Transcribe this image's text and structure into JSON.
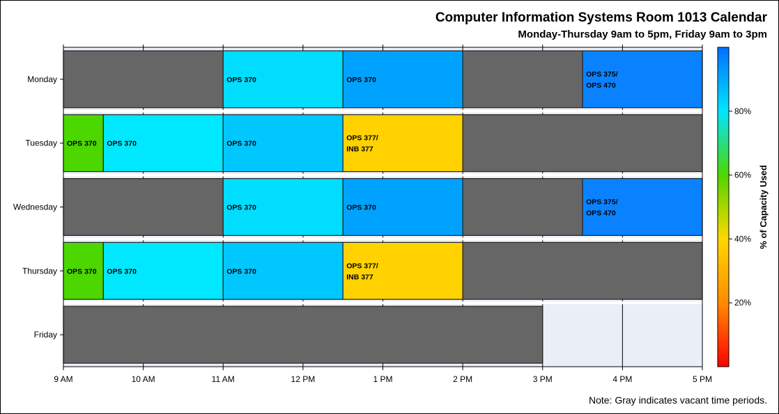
{
  "chart_data": {
    "type": "bar",
    "title": "Computer Information Systems Room 1013 Calendar",
    "subtitle": "Monday-Thursday 9am to 5pm, Friday 9am to 3pm",
    "note": "Note: Gray indicates vacant time periods.",
    "days": [
      "Monday",
      "Tuesday",
      "Wednesday",
      "Thursday",
      "Friday"
    ],
    "x_ticks": [
      {
        "hour": 9,
        "label": "9 AM"
      },
      {
        "hour": 10,
        "label": "10 AM"
      },
      {
        "hour": 11,
        "label": "11 AM"
      },
      {
        "hour": 12,
        "label": "12 PM"
      },
      {
        "hour": 13,
        "label": "1 PM"
      },
      {
        "hour": 14,
        "label": "2 PM"
      },
      {
        "hour": 15,
        "label": "3 PM"
      },
      {
        "hour": 16,
        "label": "4 PM"
      },
      {
        "hour": 17,
        "label": "5 PM"
      }
    ],
    "xlim": [
      9,
      17
    ],
    "colorbar": {
      "label": "% of Capacity Used",
      "range": [
        0,
        100
      ],
      "ticks": [
        {
          "value": 20,
          "label": "20%"
        },
        {
          "value": 40,
          "label": "40%"
        },
        {
          "value": 60,
          "label": "60%"
        },
        {
          "value": 80,
          "label": "80%"
        }
      ],
      "colors": [
        "#ff0000",
        "#ff8c00",
        "#ffd700",
        "#4fd600",
        "#00e5ff",
        "#0070ff"
      ]
    },
    "vacant_color": "#666666",
    "closed_color": "#eaeef7",
    "blocks": [
      {
        "day": "Monday",
        "start": 9,
        "end": 11,
        "label": "",
        "color": "#666666"
      },
      {
        "day": "Monday",
        "start": 11,
        "end": 12.5,
        "label": "OPS 370",
        "color": "#00ddff"
      },
      {
        "day": "Monday",
        "start": 12.5,
        "end": 14,
        "label": "OPS 370",
        "color": "#00a2ff"
      },
      {
        "day": "Monday",
        "start": 14,
        "end": 15.5,
        "label": "",
        "color": "#666666"
      },
      {
        "day": "Monday",
        "start": 15.5,
        "end": 17,
        "label": "OPS 375/\nOPS 470",
        "color": "#0a82ff"
      },
      {
        "day": "Tuesday",
        "start": 9,
        "end": 9.5,
        "label": "OPS 370",
        "color": "#4cd700"
      },
      {
        "day": "Tuesday",
        "start": 9.5,
        "end": 11,
        "label": "OPS 370",
        "color": "#00e8ff"
      },
      {
        "day": "Tuesday",
        "start": 11,
        "end": 12.5,
        "label": "OPS 370",
        "color": "#00c8ff"
      },
      {
        "day": "Tuesday",
        "start": 12.5,
        "end": 14,
        "label": "OPS 377/\nINB 377",
        "color": "#ffd200"
      },
      {
        "day": "Tuesday",
        "start": 14,
        "end": 17,
        "label": "",
        "color": "#666666"
      },
      {
        "day": "Wednesday",
        "start": 9,
        "end": 11,
        "label": "",
        "color": "#666666"
      },
      {
        "day": "Wednesday",
        "start": 11,
        "end": 12.5,
        "label": "OPS 370",
        "color": "#00ddff"
      },
      {
        "day": "Wednesday",
        "start": 12.5,
        "end": 14,
        "label": "OPS 370",
        "color": "#00a2ff"
      },
      {
        "day": "Wednesday",
        "start": 14,
        "end": 15.5,
        "label": "",
        "color": "#666666"
      },
      {
        "day": "Wednesday",
        "start": 15.5,
        "end": 17,
        "label": "OPS 375/\nOPS 470",
        "color": "#0a82ff"
      },
      {
        "day": "Thursday",
        "start": 9,
        "end": 9.5,
        "label": "OPS 370",
        "color": "#4cd700"
      },
      {
        "day": "Thursday",
        "start": 9.5,
        "end": 11,
        "label": "OPS 370",
        "color": "#00e8ff"
      },
      {
        "day": "Thursday",
        "start": 11,
        "end": 12.5,
        "label": "OPS 370",
        "color": "#00c8ff"
      },
      {
        "day": "Thursday",
        "start": 12.5,
        "end": 14,
        "label": "OPS 377/\nINB 377",
        "color": "#ffd200"
      },
      {
        "day": "Thursday",
        "start": 14,
        "end": 17,
        "label": "",
        "color": "#666666"
      },
      {
        "day": "Friday",
        "start": 9,
        "end": 15,
        "label": "",
        "color": "#666666"
      }
    ]
  }
}
